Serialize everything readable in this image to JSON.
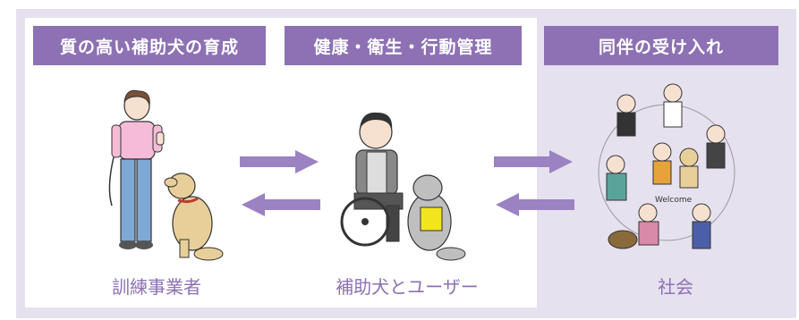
{
  "headers": {
    "quality": "質の高い補助犬の育成",
    "health": "健康・衛生・行動管理",
    "acceptance": "同伴の受け入れ"
  },
  "labels": {
    "trainer": "訓練事業者",
    "user": "補助犬とユーザー",
    "society": "社会"
  },
  "welcome_text": "Welcome",
  "colors": {
    "accent": "#8d71b4",
    "panel": "#e6e1ef",
    "arrow": "#9b82c2"
  }
}
